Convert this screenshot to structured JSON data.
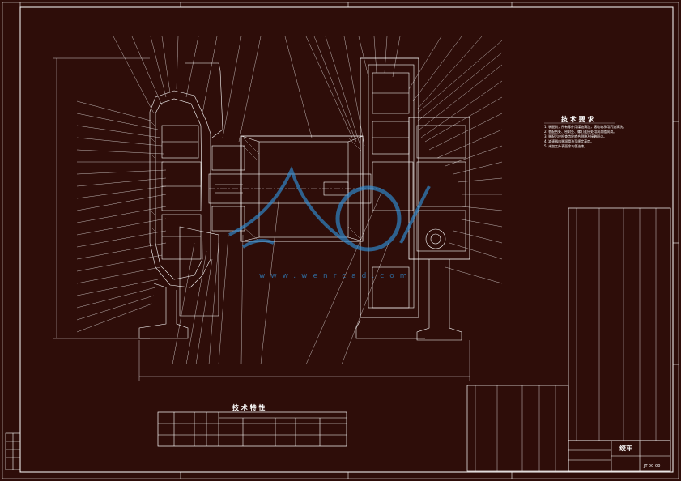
{
  "drawing": {
    "technical_requirements_title": "技 术 要 求",
    "tech_table_title": "技 术 特 性",
    "notes": [
      "1. 装配前，所有零件用煤油清洗，滚动轴承用汽油清洗。",
      "2. 各配合处、密封处、螺钉连接处用润滑脂润滑。",
      "3. 装配后应检查齿轮啮合侧隙及接触斑点。",
      "4. 减速器内装润滑油至规定高度。",
      "5. 未加工外表面涂灰色油漆。"
    ],
    "title_block": {
      "label": "绞车",
      "drawing_no": "JT-00-00"
    },
    "watermark": "www.wenrcad.com"
  },
  "colors": {
    "background": "#2e0d09",
    "lines": "#ffffff",
    "accent": "#2f8fd6"
  }
}
